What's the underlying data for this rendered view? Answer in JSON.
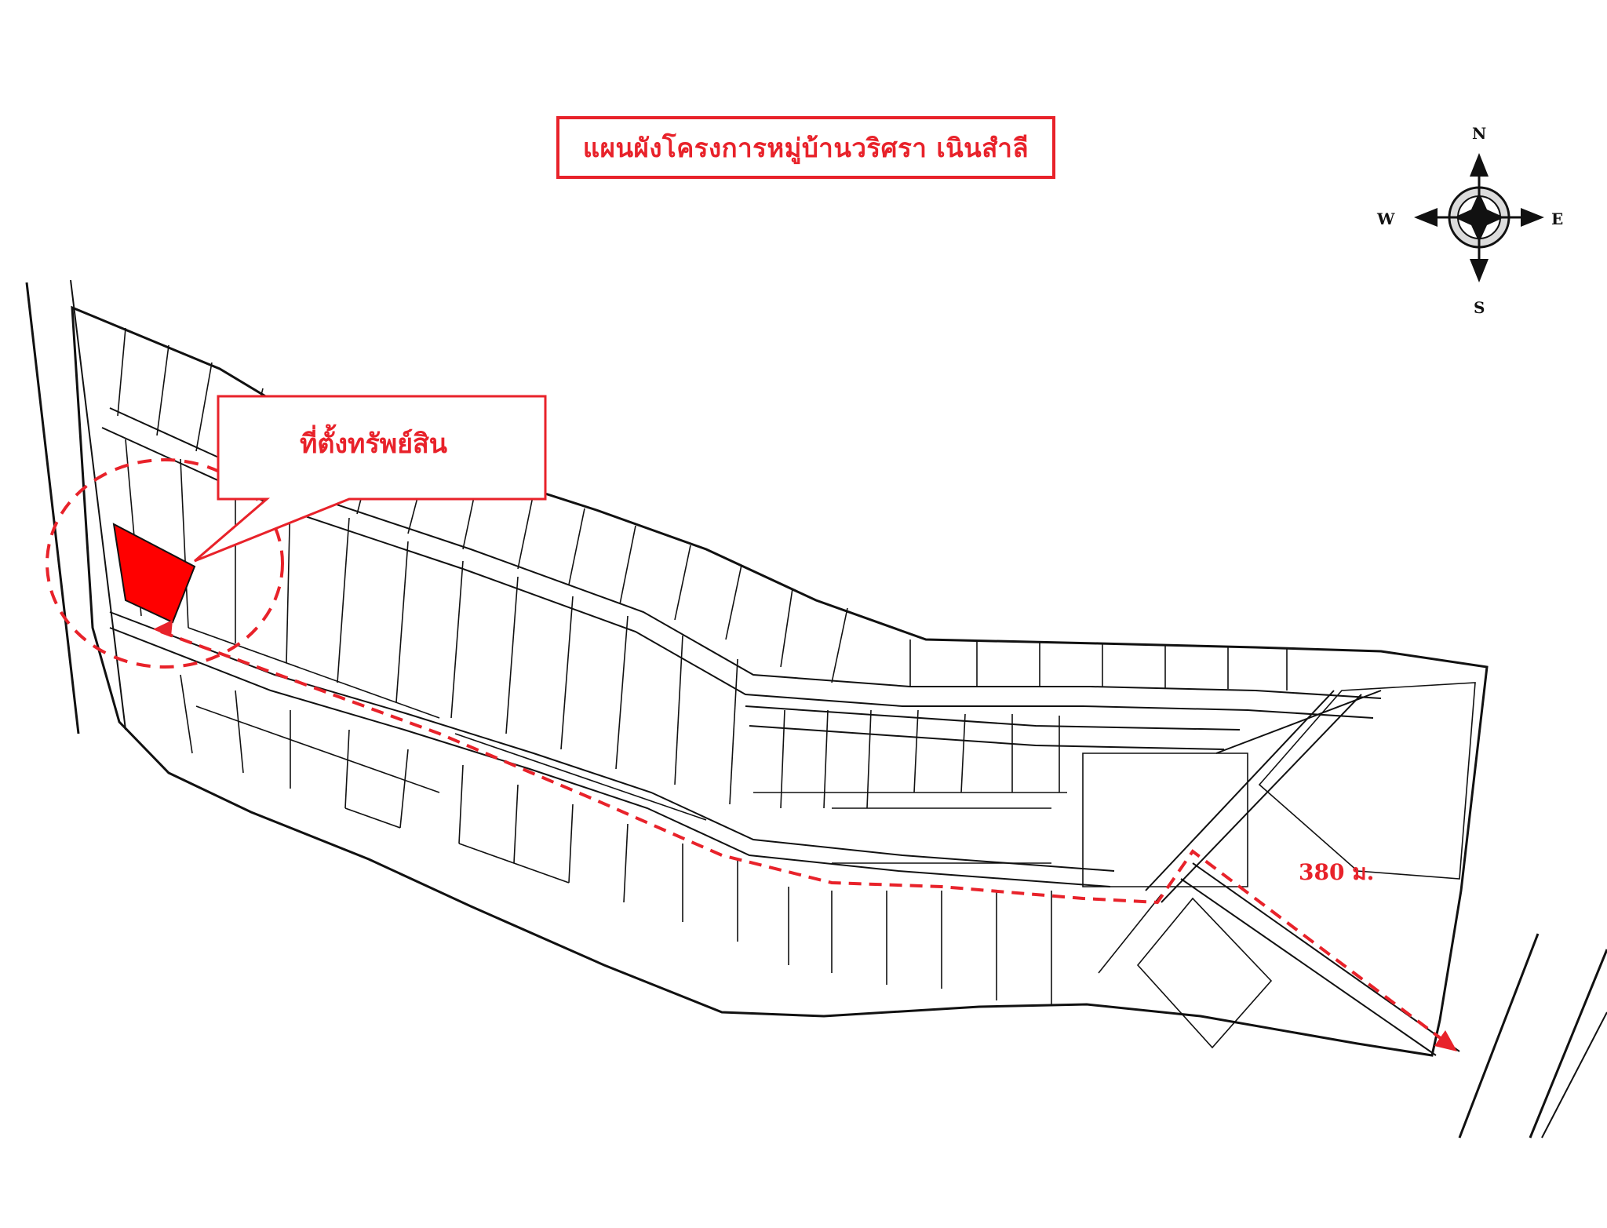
{
  "map": {
    "title": "แผนผังโครงการหมู่บ้านวริศรา เนินสำลี",
    "callout_label": "ที่ตั้งทรัพย์สิน",
    "distance_label": "380 ม.",
    "compass": {
      "north": "N",
      "south": "S",
      "east": "E",
      "west": "W"
    },
    "colors": {
      "accent": "#e8222a",
      "line": "#111111",
      "background": "#ffffff"
    },
    "highlighted_plot": "property-location"
  }
}
